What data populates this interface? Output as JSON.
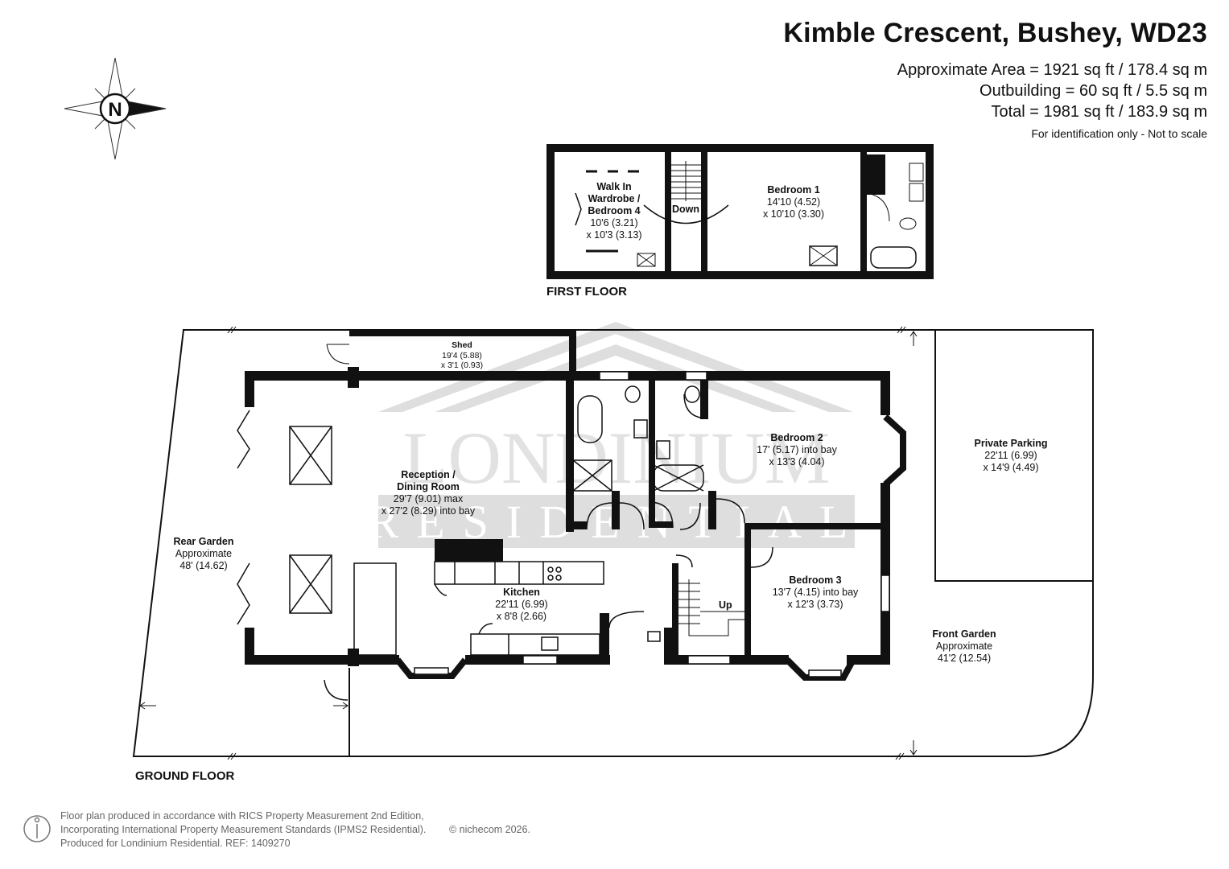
{
  "header": {
    "title": "Kimble Crescent, Bushey, WD23",
    "area_main": "Approximate Area = 1921 sq ft / 178.4 sq m",
    "area_outbuilding": "Outbuilding = 60 sq ft / 5.5 sq m",
    "area_total": "Total = 1981 sq ft / 183.9 sq m",
    "disclaimer": "For identification only - Not to scale"
  },
  "compass": {
    "letter": "N",
    "icon": "compass-rose-icon"
  },
  "watermark": {
    "line1": "LONDINIUM",
    "line2": "RESIDENTIAL"
  },
  "floors": {
    "first": "FIRST FLOOR",
    "ground": "GROUND FLOOR"
  },
  "stairs": {
    "down": "Down",
    "up": "Up"
  },
  "rooms": {
    "walk_in": {
      "name1": "Walk In",
      "name2": "Wardrobe /",
      "name3": "Bedroom 4",
      "dim1": "10'6 (3.21)",
      "dim2": "x 10'3 (3.13)"
    },
    "bedroom1": {
      "name": "Bedroom 1",
      "dim1": "14'10 (4.52)",
      "dim2": "x 10'10 (3.30)"
    },
    "shed": {
      "name": "Shed",
      "dim1": "19'4 (5.88)",
      "dim2": "x 3'1 (0.93)"
    },
    "reception": {
      "name1": "Reception /",
      "name2": "Dining Room",
      "dim1": "29'7 (9.01) max",
      "dim2": "x 27'2 (8.29) into bay"
    },
    "kitchen": {
      "name": "Kitchen",
      "dim1": "22'11 (6.99)",
      "dim2": "x 8'8 (2.66)"
    },
    "bedroom2": {
      "name": "Bedroom 2",
      "dim1": "17' (5.17) into bay",
      "dim2": "x 13'3 (4.04)"
    },
    "bedroom3": {
      "name": "Bedroom 3",
      "dim1": "13'7 (4.15) into bay",
      "dim2": "x 12'3 (3.73)"
    },
    "rear_garden": {
      "name": "Rear Garden",
      "dim1": "Approximate",
      "dim2": "48' (14.62)"
    },
    "private_parking": {
      "name": "Private Parking",
      "dim1": "22'11 (6.99)",
      "dim2": "x 14'9 (4.49)"
    },
    "front_garden": {
      "name": "Front Garden",
      "dim1": "Approximate",
      "dim2": "41'2 (12.54)"
    }
  },
  "footer": {
    "line1": "Floor plan produced in accordance with RICS Property Measurement 2nd Edition,",
    "line2": "Incorporating International Property Measurement Standards (IPMS2 Residential).",
    "line3": "Produced for Londinium Residential.   REF: 1409270",
    "copyright": "© nichecom 2026."
  },
  "colors": {
    "wall": "#111111",
    "watermark": "#dcdcdc",
    "footer_text": "#666666"
  }
}
